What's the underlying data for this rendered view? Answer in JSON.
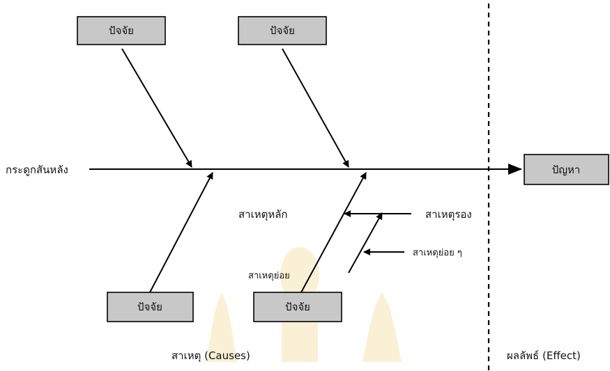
{
  "diagram": {
    "spine_label": "กระดูกสันหลัง",
    "problem_label": "ปัญหา",
    "cause_boxes": [
      "ปัจจัย",
      "ปัจจัย",
      "ปัจจัย",
      "ปัจจัย"
    ],
    "main_cause_label": "สาเหตุหลัก",
    "secondary_cause_label": "สาเหตุรอง",
    "sub_cause_label": "สาเหตุย่อย",
    "sub_sub_cause_label": "สาเหตุย่อย ๆ",
    "causes_section_label": "สาเหตุ (Causes)",
    "effect_section_label": "ผลลัพธ์ (Effect)"
  },
  "colors": {
    "box_fill": "#c8c8c8",
    "line": "#000000",
    "watermark": "#e9c96a"
  }
}
